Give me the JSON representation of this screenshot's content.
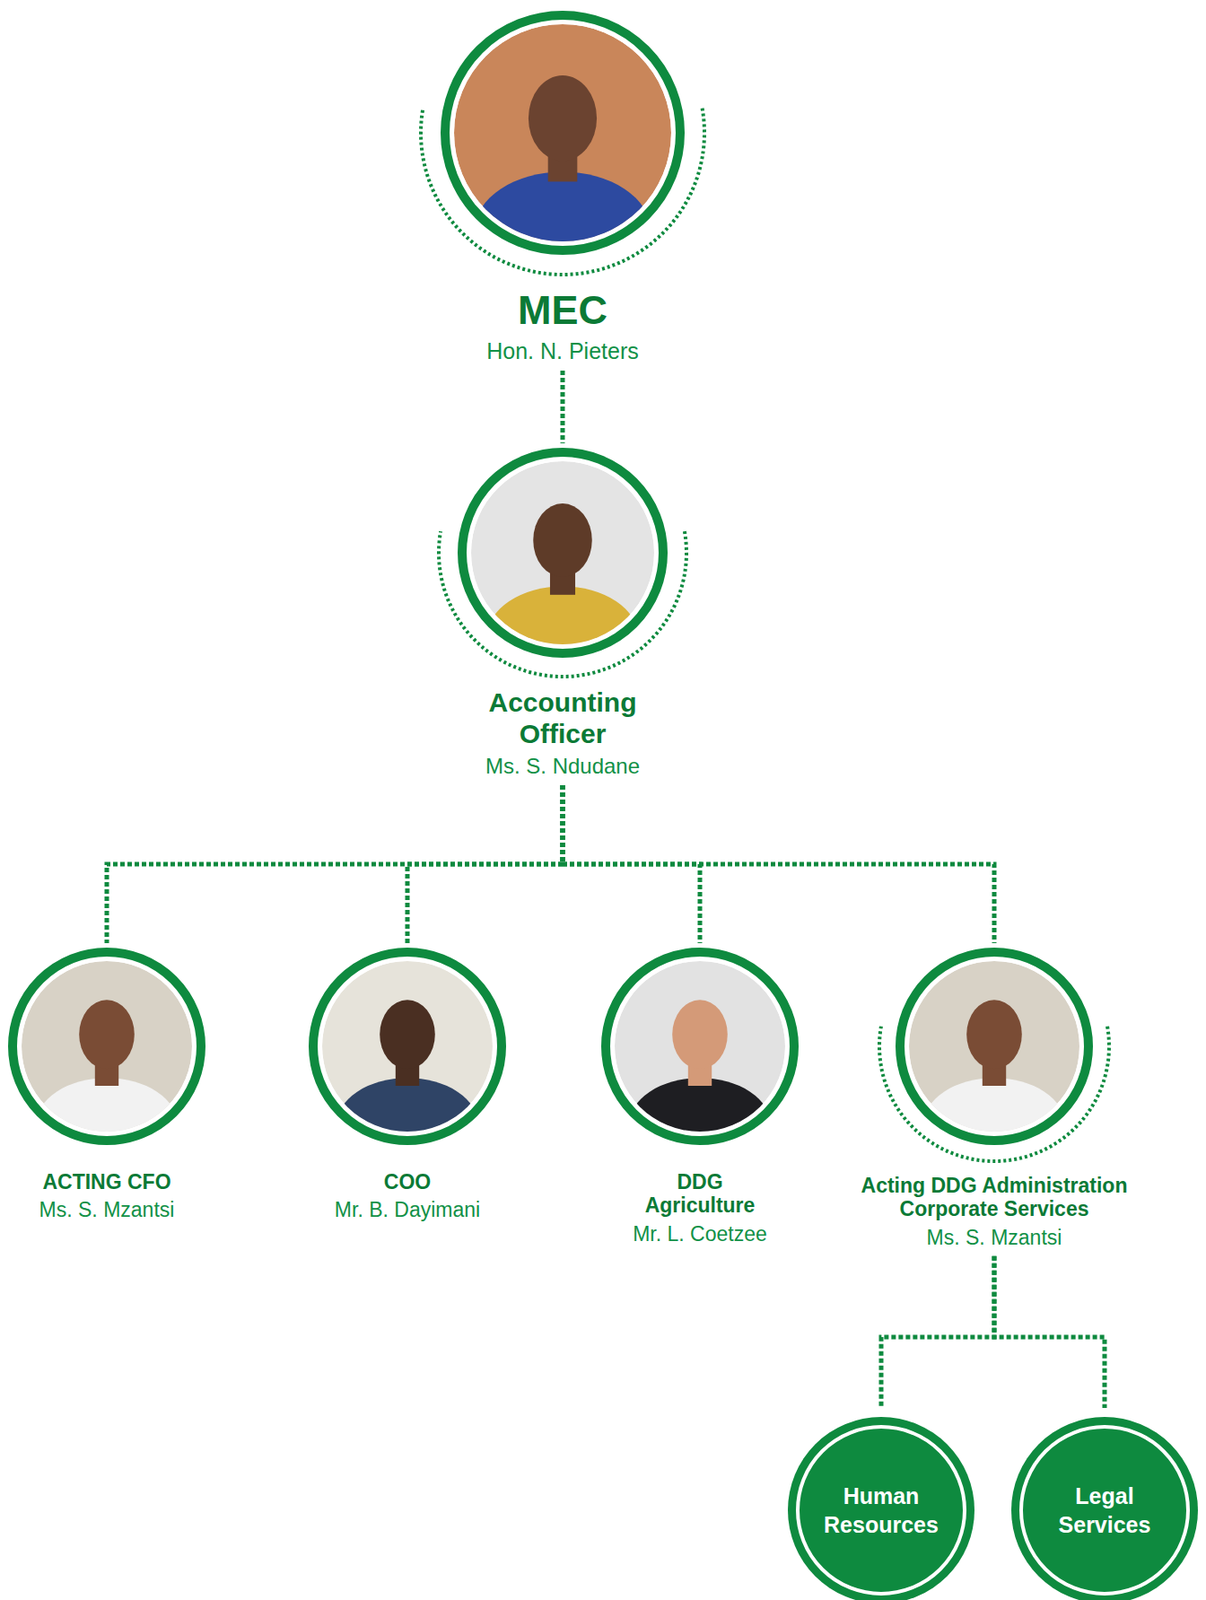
{
  "diagram": {
    "nodes": [
      {
        "text": [
          "MEC",
          "Hon. N. Pieters"
        ]
      },
      {
        "text": [
          "Accounting Officer",
          "Ms. S. Ndudane"
        ]
      },
      {
        "text": [
          "ACTING CFO",
          "Ms. S. Mzantsi"
        ]
      },
      {
        "text": [
          "COO",
          "Mr. B. Dayimani"
        ]
      },
      {
        "text": [
          "DDG Agriculture",
          "Mr. L. Coetzee"
        ]
      },
      {
        "text": [
          "Acting DDG Administration Corporate Services",
          "Ms. S. Mzantsi"
        ]
      },
      {
        "text": [
          "Human Resources"
        ]
      },
      {
        "text": [
          "Legal Services"
        ]
      }
    ],
    "edges": [
      {
        "from": 0,
        "to": 1,
        "arrow": "none"
      },
      {
        "from": 1,
        "to": 2,
        "arrow": "none"
      },
      {
        "from": 1,
        "to": 3,
        "arrow": "none"
      },
      {
        "from": 1,
        "to": 4,
        "arrow": "none"
      },
      {
        "from": 1,
        "to": 5,
        "arrow": "none"
      },
      {
        "from": 5,
        "to": 6,
        "arrow": "none"
      },
      {
        "from": 5,
        "to": 7,
        "arrow": "none"
      }
    ]
  }
}
